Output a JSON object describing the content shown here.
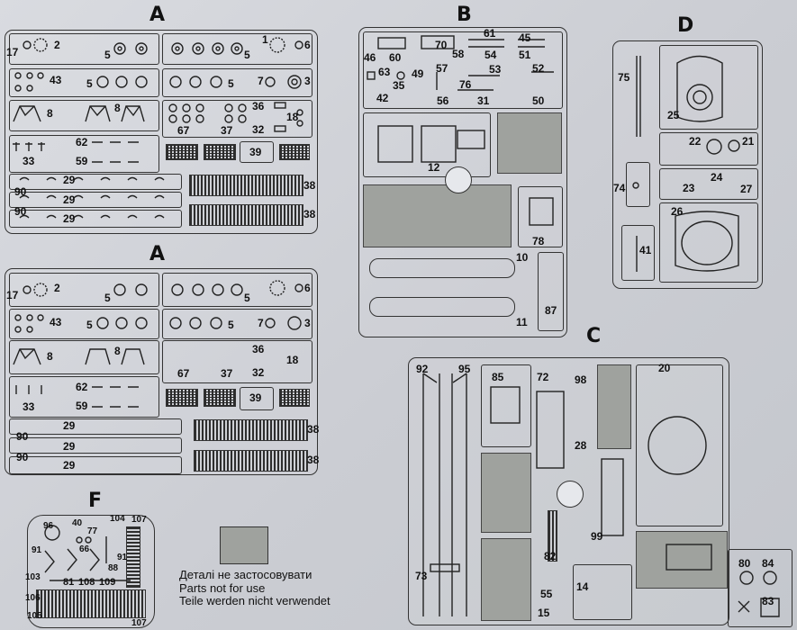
{
  "sprues": {
    "a_top": {
      "letter": "A"
    },
    "a_bottom": {
      "letter": "A"
    },
    "b": {
      "letter": "B"
    },
    "c": {
      "letter": "C"
    },
    "d": {
      "letter": "D"
    },
    "f": {
      "letter": "F"
    }
  },
  "a_labels": [
    "17",
    "2",
    "5",
    "5",
    "1",
    "6",
    "43",
    "5",
    "5",
    "7",
    "3",
    "8",
    "8",
    "36",
    "18",
    "67",
    "37",
    "32",
    "62",
    "33",
    "59",
    "39",
    "29",
    "38",
    "90",
    "29",
    "90",
    "29",
    "38"
  ],
  "b_labels": [
    "61",
    "45",
    "46",
    "60",
    "70",
    "58",
    "54",
    "51",
    "63",
    "49",
    "57",
    "53",
    "52",
    "35",
    "42",
    "56",
    "76",
    "31",
    "50",
    "12",
    "78",
    "10",
    "11",
    "87"
  ],
  "c_labels": [
    "92",
    "95",
    "85",
    "72",
    "98",
    "20",
    "28",
    "99",
    "82",
    "73",
    "55",
    "15",
    "14",
    "80",
    "84",
    "83"
  ],
  "d_labels": [
    "75",
    "25",
    "22",
    "21",
    "23",
    "24",
    "27",
    "74",
    "26",
    "41"
  ],
  "f_labels": [
    "96",
    "40",
    "77",
    "104",
    "107",
    "91",
    "66",
    "91",
    "103",
    "81",
    "108",
    "109",
    "88",
    "106",
    "105",
    "107"
  ],
  "legend": {
    "ua": "Деталі не застосовувати",
    "en": "Parts not for use",
    "de": "Teile werden nicht verwendet"
  }
}
